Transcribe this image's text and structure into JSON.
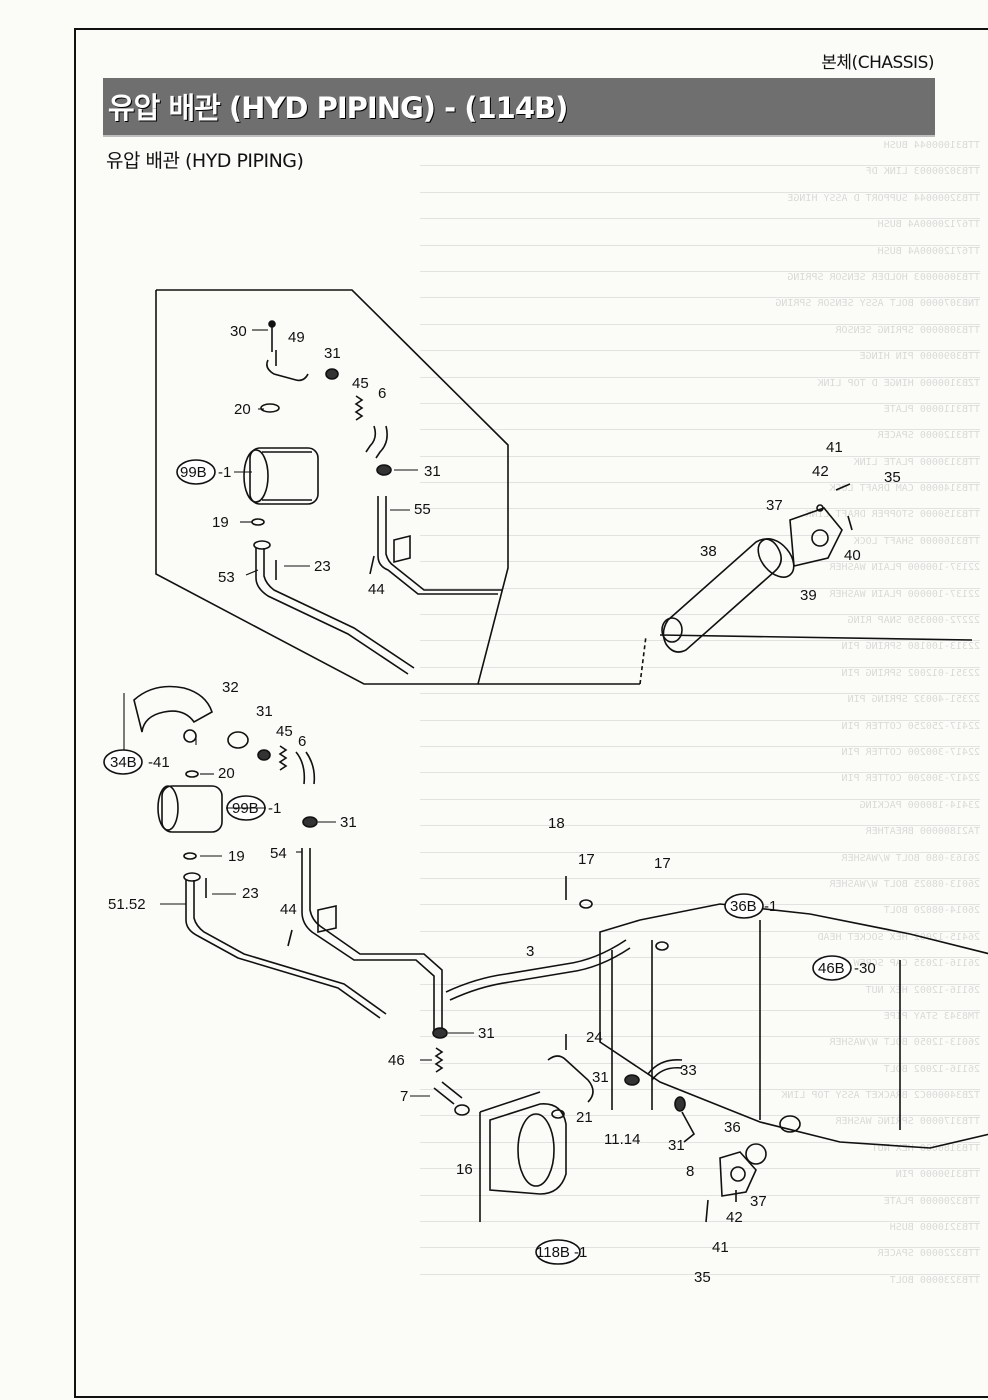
{
  "header": {
    "section": "본체(CHASSIS)",
    "title": "유압 배관 (HYD PIPING) - (114B)",
    "subtitle": "유압 배관 (HYD PIPING)"
  },
  "diagram": {
    "labels_top": [
      "30",
      "49",
      "31",
      "45",
      "6",
      "20",
      "31",
      "99B",
      "-1",
      "19",
      "55",
      "53",
      "23",
      "44"
    ],
    "labels_right": [
      "41",
      "42",
      "35",
      "37",
      "40",
      "38",
      "39"
    ],
    "labels_bottom": [
      "32",
      "31",
      "45",
      "6",
      "34B",
      "-41",
      "20",
      "99B",
      "-1",
      "31",
      "19",
      "54",
      "23",
      "51.52",
      "44",
      "18",
      "17",
      "17",
      "36B",
      "-1",
      "3",
      "46B",
      "-30",
      "31",
      "24",
      "46",
      "33",
      "31",
      "7",
      "21",
      "16",
      "11.14",
      "31",
      "8",
      "36",
      "37",
      "42",
      "41",
      "35",
      "118B",
      "-1"
    ]
  }
}
